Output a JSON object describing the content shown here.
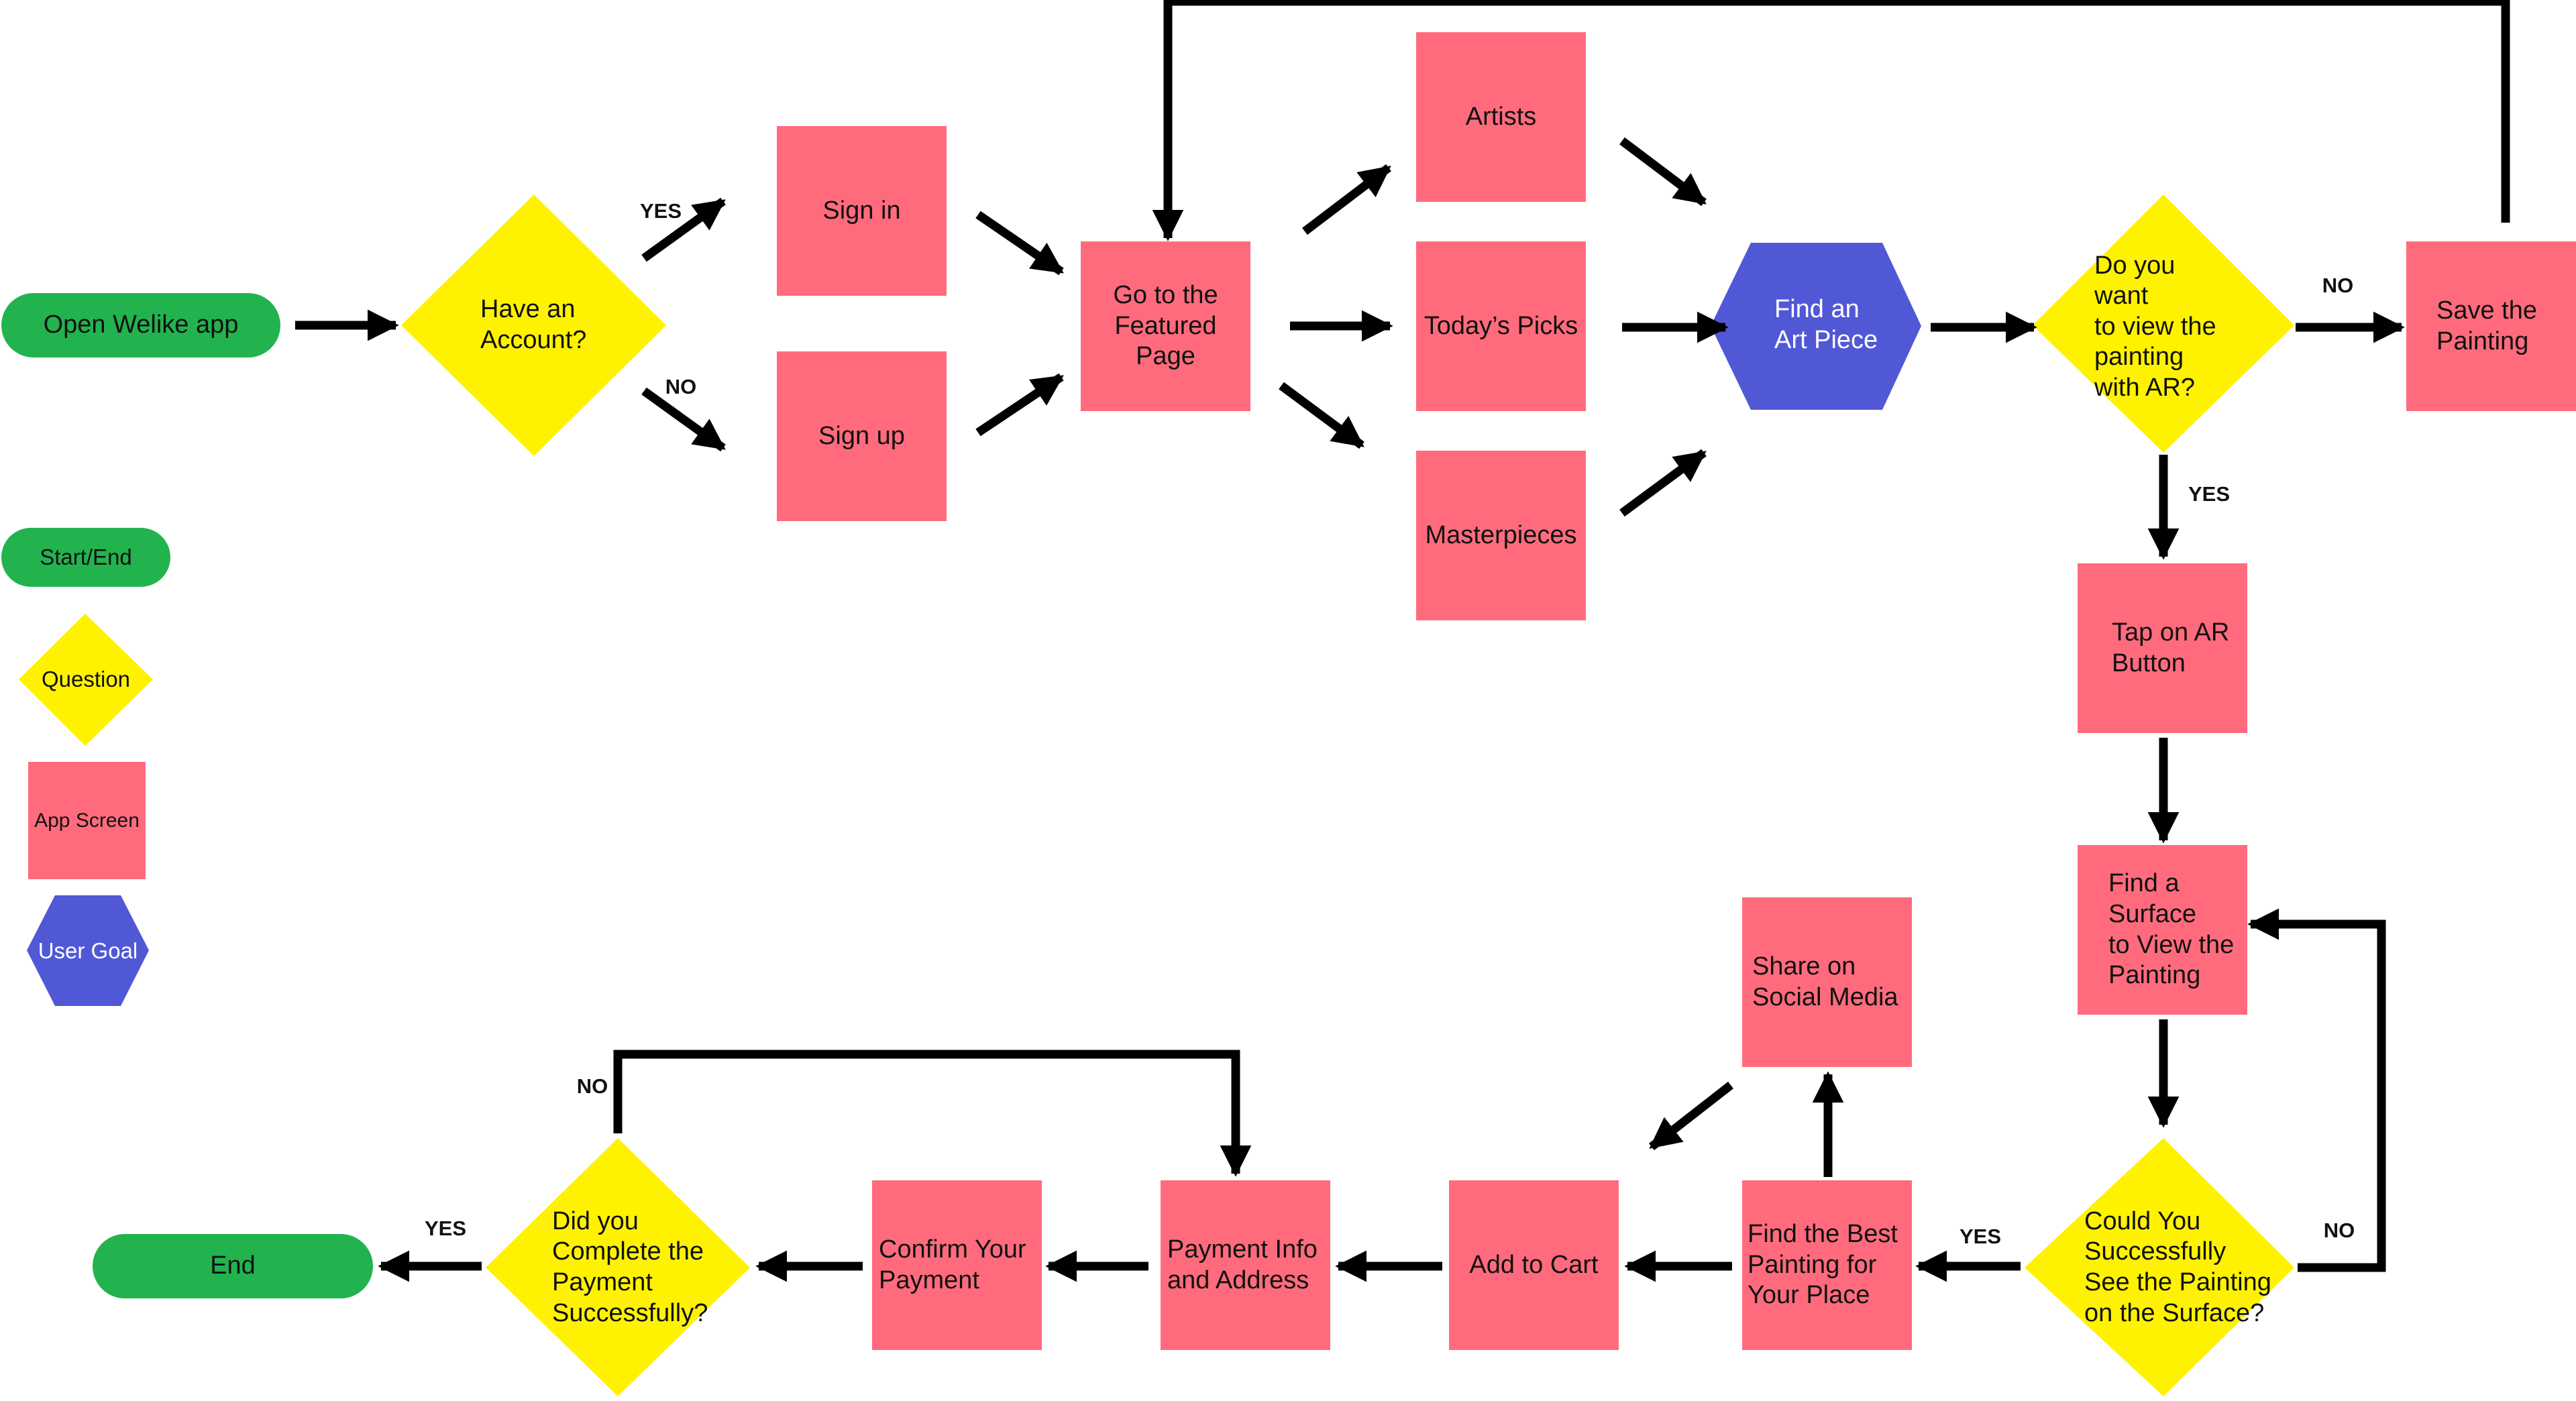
{
  "colors": {
    "start_end": "#22b34f",
    "question": "#fff200",
    "app_screen": "#ff6b7d",
    "user_goal": "#5158d6",
    "arrow": "#000000"
  },
  "nodes": {
    "open_app": "Open Welike app",
    "have_account": "Have an\nAccount?",
    "sign_in": "Sign in",
    "sign_up": "Sign up",
    "featured_page": "Go to the\nFeatured\nPage",
    "artists": "Artists",
    "todays_picks": "Today’s Picks",
    "masterpieces": "Masterpieces",
    "find_art_piece": "Find an\nArt Piece",
    "view_with_ar": "Do you want\nto view the\npainting\nwith AR?",
    "save_painting": "Save the\nPainting",
    "tap_ar_button": "Tap on AR\nButton",
    "find_surface": "Find a\nSurface\nto View the\nPainting",
    "see_on_surface": "Could You\nSuccessfully\nSee the Painting\non the Surface?",
    "find_best_painting": "Find the Best\nPainting for\nYour Place",
    "share_social": "Share on\nSocial Media",
    "add_to_cart": "Add to Cart",
    "payment_info": "Payment Info\nand Address",
    "confirm_payment": "Confirm Your\nPayment",
    "complete_payment": "Did you\nComplete the\nPayment\nSuccessfully?",
    "end": "End"
  },
  "edge_labels": {
    "account_yes": "YES",
    "account_no": "NO",
    "ar_no": "NO",
    "ar_yes": "YES",
    "surface_yes": "YES",
    "surface_no": "NO",
    "payment_no": "NO",
    "payment_yes": "YES"
  },
  "legend": {
    "start_end": "Start/End",
    "question": "Question",
    "app_screen": "App Screen",
    "user_goal": "User Goal"
  }
}
